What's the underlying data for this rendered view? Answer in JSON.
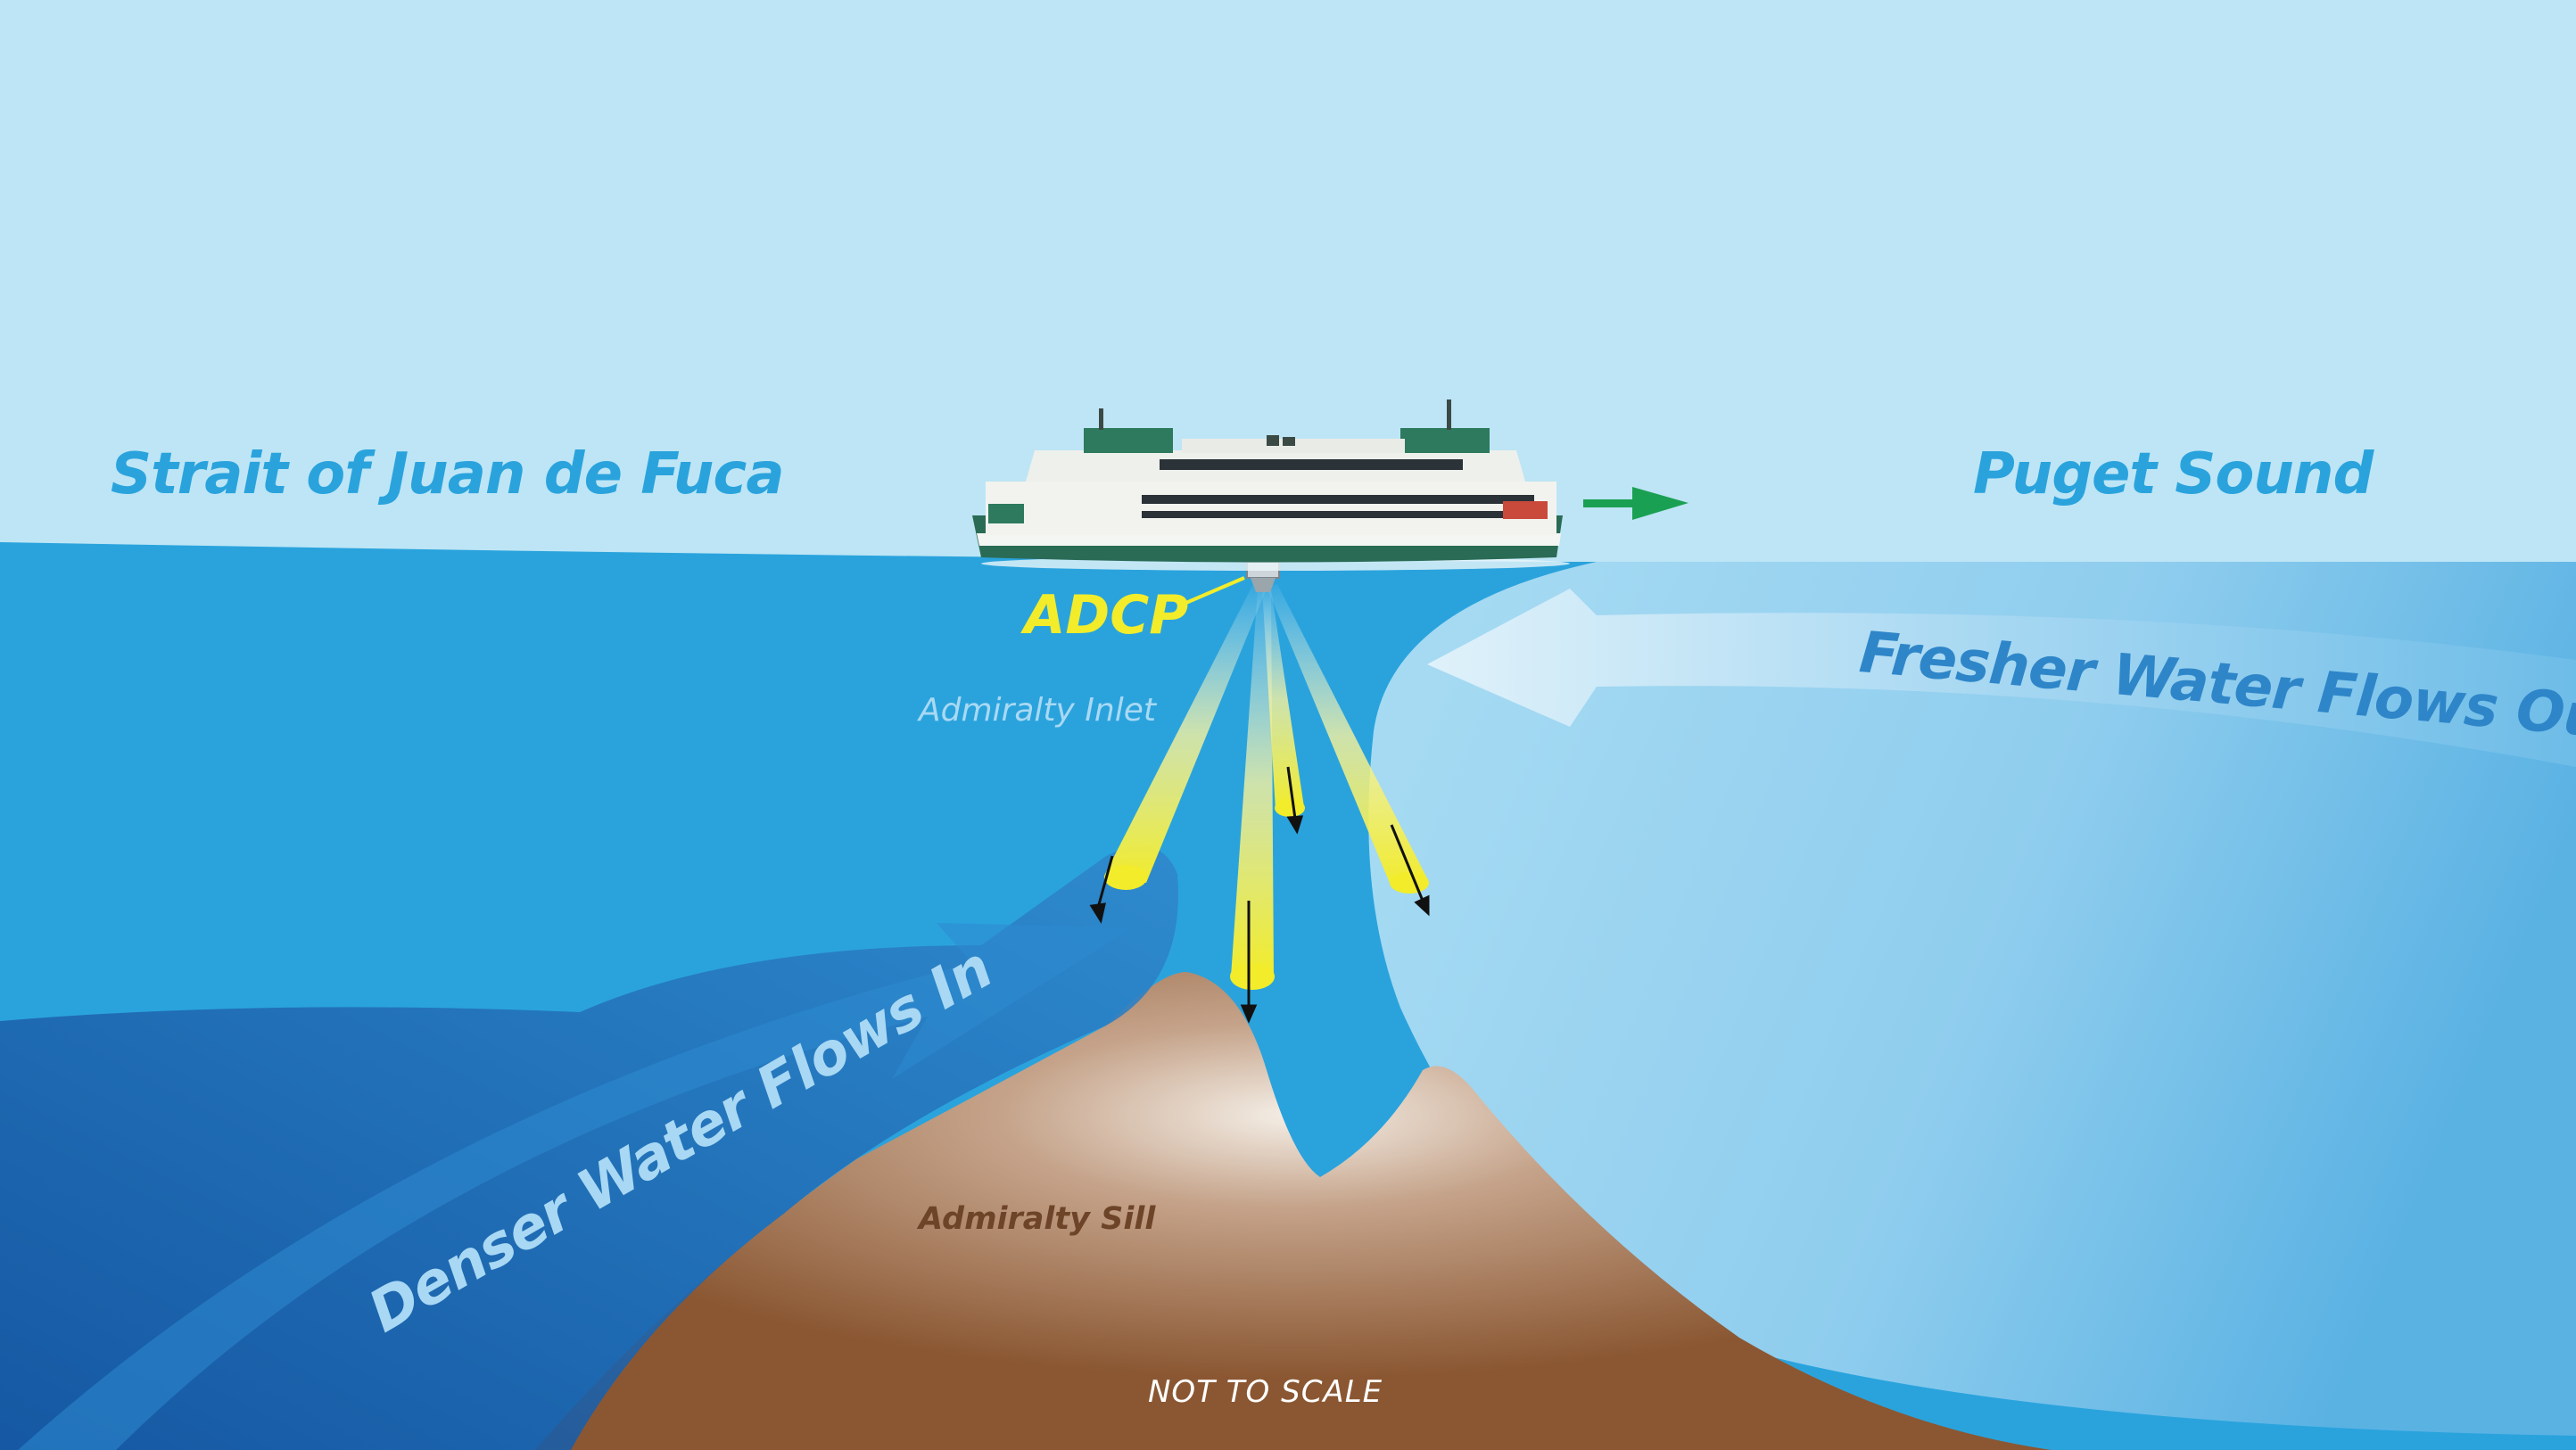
{
  "labels": {
    "strait": "Strait of Juan de Fuca",
    "puget": "Puget Sound",
    "fresher": "Fresher Water Flows Out",
    "denser": "Denser Water Flows In",
    "adcp": "ADCP",
    "inlet": "Admiralty Inlet",
    "sill": "Admiralty Sill",
    "scale": "NOT TO SCALE"
  },
  "colors": {
    "sky": "#bde5f5",
    "sound_water": "#2aa3dd",
    "fresh_water": "#8fd0f0",
    "dense_water": "#1f73bc",
    "sill": "#8c5b35",
    "adcp_beam": "#f2ec2a",
    "direction_arrow": "#1aa052"
  },
  "icons": {
    "vessel": "ferry-icon",
    "sensor": "adcp-sensor-icon",
    "heading": "arrow-right-icon"
  }
}
